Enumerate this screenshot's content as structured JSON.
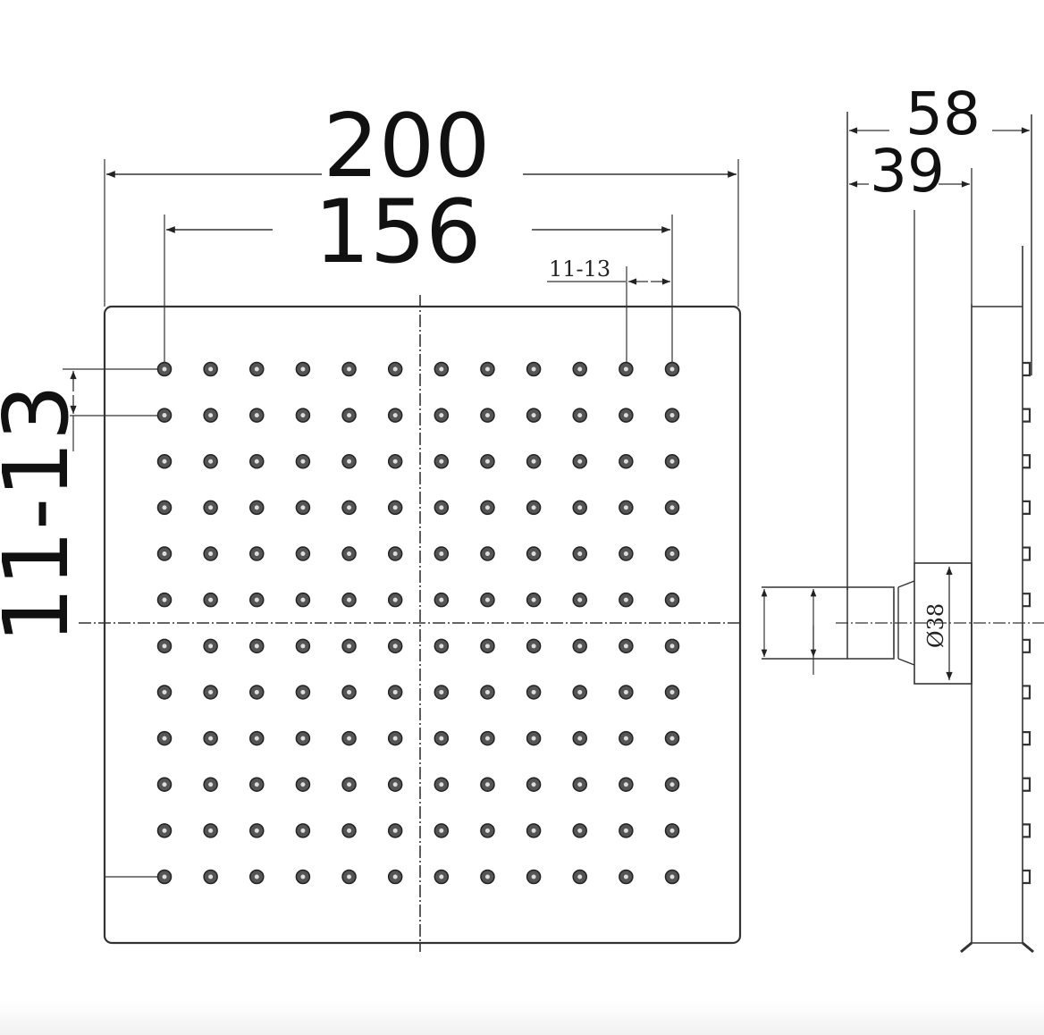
{
  "drawing": {
    "title": "Square shower head technical drawing",
    "line_color": "#333333",
    "front_view": {
      "overall_width_label": "200",
      "nozzle_span_label": "156",
      "nozzle_pitch_label_top": "11-13",
      "nozzle_pitch_label_left": "11-13",
      "nozzle_grid": {
        "columns": 12,
        "rows": 12
      }
    },
    "side_view": {
      "depth_label": "58",
      "connector_depth_label": "39",
      "diameter_label": "Ø38"
    }
  }
}
